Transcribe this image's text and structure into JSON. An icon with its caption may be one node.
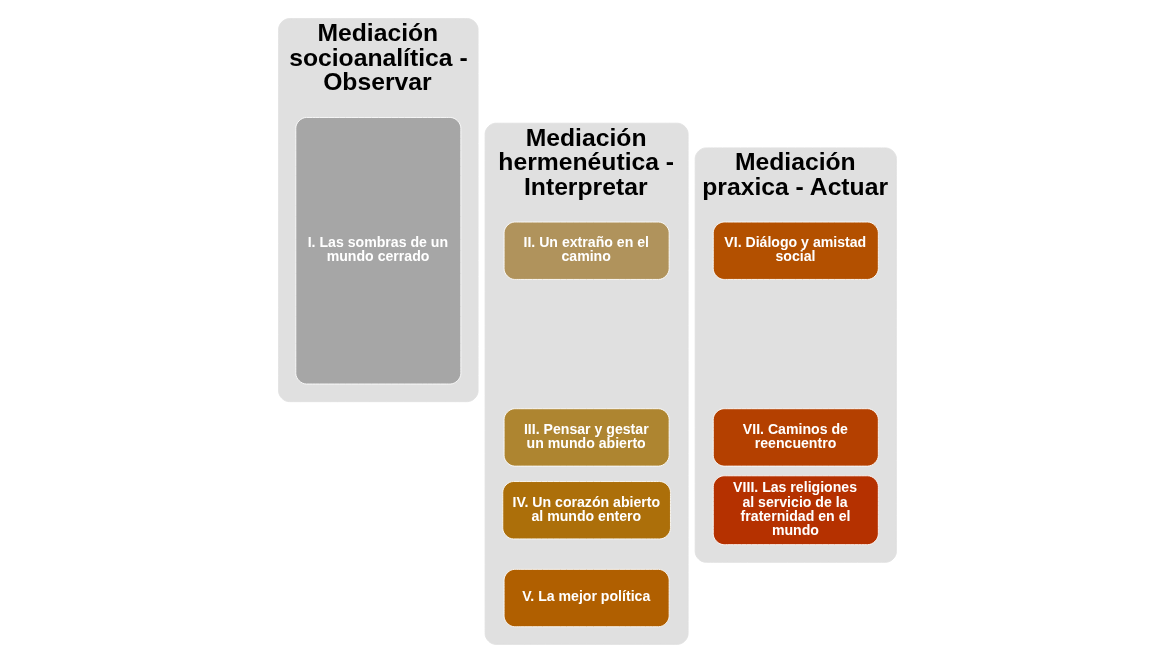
{
  "diagram": {
    "nodes": [
      {
        "text": [
          "Mediación socioanalítica - Observar"
        ]
      },
      {
        "text": [
          "I. Las sombras de un mundo cerrado"
        ],
        "in": 0
      },
      {
        "text": [
          "Mediación hermenéutica - Interpretar"
        ]
      },
      {
        "text": [
          "II. Un extraño en el camino"
        ],
        "in": 2
      },
      {
        "text": [
          "III. Pensar y gestar un mundo abierto"
        ],
        "in": 2
      },
      {
        "text": [
          "IV. Un corazón abierto al mundo entero"
        ],
        "in": 2
      },
      {
        "text": [
          "V. La mejor política"
        ],
        "in": 2
      },
      {
        "text": [
          "Mediación praxica - Actuar"
        ]
      },
      {
        "text": [
          "VI. Diálogo y amistad social"
        ],
        "in": 7
      },
      {
        "text": [
          "VII. Caminos de reencuentro"
        ],
        "in": 7
      },
      {
        "text": [
          "VIII. Las religiones al servicio de la fraternidad en el mundo"
        ],
        "in": 7
      }
    ],
    "edges": []
  }
}
